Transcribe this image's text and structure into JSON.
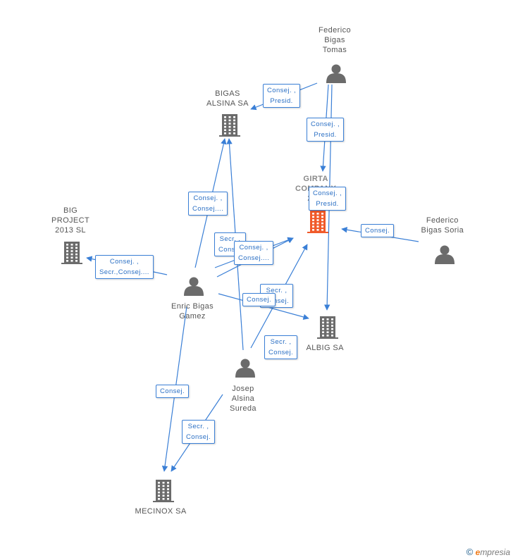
{
  "colors": {
    "edge": "#3a7fd6",
    "person": "#6b6b6b",
    "company": "#6b6b6b",
    "focus_company": "#f05a2a"
  },
  "nodes": [
    {
      "id": "federico-bigas-tomas",
      "type": "person",
      "label": "Federico\nBigas\nTomas"
    },
    {
      "id": "bigas-alsina-sa",
      "type": "company",
      "label": "BIGAS\nALSINA SA"
    },
    {
      "id": "girta-company",
      "type": "company",
      "focus": true,
      "label": "GIRTA\nCOMPANY\n20..."
    },
    {
      "id": "federico-bigas-soria",
      "type": "person",
      "label": "Federico\nBigas Soria"
    },
    {
      "id": "big-project-2013-sl",
      "type": "company",
      "label": "BIG\nPROJECT\n2013 SL"
    },
    {
      "id": "enric-bigas-gamez",
      "type": "person",
      "label": "Enric Bigas\nGamez"
    },
    {
      "id": "albig-sa",
      "type": "company",
      "label": "ALBIG SA"
    },
    {
      "id": "josep-alsina-sureda",
      "type": "person",
      "label": "Josep\nAlsina\nSureda"
    },
    {
      "id": "mecinox-sa",
      "type": "company",
      "label": "MECINOX SA"
    }
  ],
  "edges": [
    {
      "id": "e1",
      "label": "Consej. ,\nPresid."
    },
    {
      "id": "e2",
      "label": "Consej. ,\nPresid."
    },
    {
      "id": "e3",
      "label": "Consej. ,\nPresid."
    },
    {
      "id": "e4",
      "label": "Consej."
    },
    {
      "id": "e5",
      "label": "Consej. ,\nConsej...."
    },
    {
      "id": "e6",
      "label": "Consej. ,\nSecr.,Consej...."
    },
    {
      "id": "e7",
      "label": "Secr. ,\nCons..."
    },
    {
      "id": "e8",
      "label": "Consej. ,\nConsej...."
    },
    {
      "id": "e9",
      "label": "Secr. ,\nConsej."
    },
    {
      "id": "e10",
      "label": "Consej."
    },
    {
      "id": "e11",
      "label": "Secr. ,\nConsej."
    },
    {
      "id": "e12",
      "label": "Consej."
    },
    {
      "id": "e13",
      "label": "Secr. ,\nConsej."
    }
  ],
  "watermark": {
    "copyright": "©",
    "brand_initial": "e",
    "brand_rest": "mpresia"
  }
}
